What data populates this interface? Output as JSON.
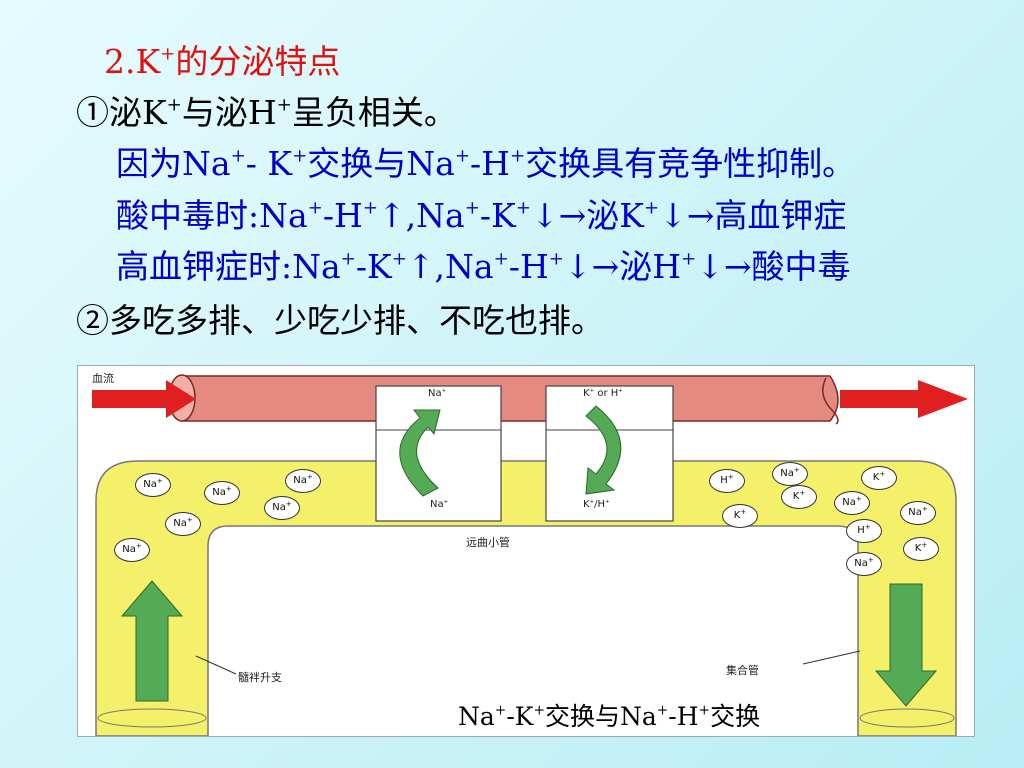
{
  "title": {
    "prefix": "2.K",
    "sup": "+",
    "rest": "的分泌特点"
  },
  "point1": {
    "a": "①泌K",
    "sa": "+",
    "b": "与泌H",
    "sb": "+",
    "c": "呈负相关。"
  },
  "reason": {
    "a": "因为Na",
    "sa": "+",
    "b": "- K",
    "sb": "+",
    "c": "交换与Na",
    "sc": "+",
    "d": "-H",
    "sd": "+",
    "e": "交换具有竞争性抑制。"
  },
  "acidosis": {
    "a": "酸中毒时:Na",
    "sa": "+",
    "b": "-H",
    "sb": "+",
    "c": "↑,Na",
    "sc": "+",
    "d": "-K",
    "sd": "+",
    "e": "↓→泌K",
    "se": "+",
    "f": "↓→高血钾症"
  },
  "hyperkalemia": {
    "a": "高血钾症时:Na",
    "sa": "+",
    "b": "-K",
    "sb": "+",
    "c": "↑,Na",
    "sc": "+",
    "d": "-H",
    "sd": "+",
    "e": "↓→泌H",
    "se": "+",
    "f": "↓→酸中毒"
  },
  "point2": "②多吃多排、少吃少排、不吃也排。",
  "diagram": {
    "blood_flow": "血流",
    "distal_tubule": "远曲小管",
    "ascending_limb": "髓袢升支",
    "collecting_duct": "集合管",
    "left_box": {
      "top_ion": "Na",
      "bottom_ion": "Na"
    },
    "right_box": {
      "top_a": "K",
      "top_or": " or H",
      "bottom_a": "K",
      "bottom_b": "/H"
    },
    "ions": {
      "na": "Na",
      "k": "K",
      "h": "H",
      "plus": "+"
    },
    "caption": {
      "a": "Na",
      "sa": "+",
      "b": "-K",
      "sb": "+",
      "c": "交换与Na",
      "sc": "+",
      "d": "-H",
      "sd": "+",
      "e": "交换"
    },
    "colors": {
      "tube": "#f5f06a",
      "vessel": "#e58a80",
      "red_arrow": "#e02020",
      "green_arrow": "#55aa55"
    }
  }
}
